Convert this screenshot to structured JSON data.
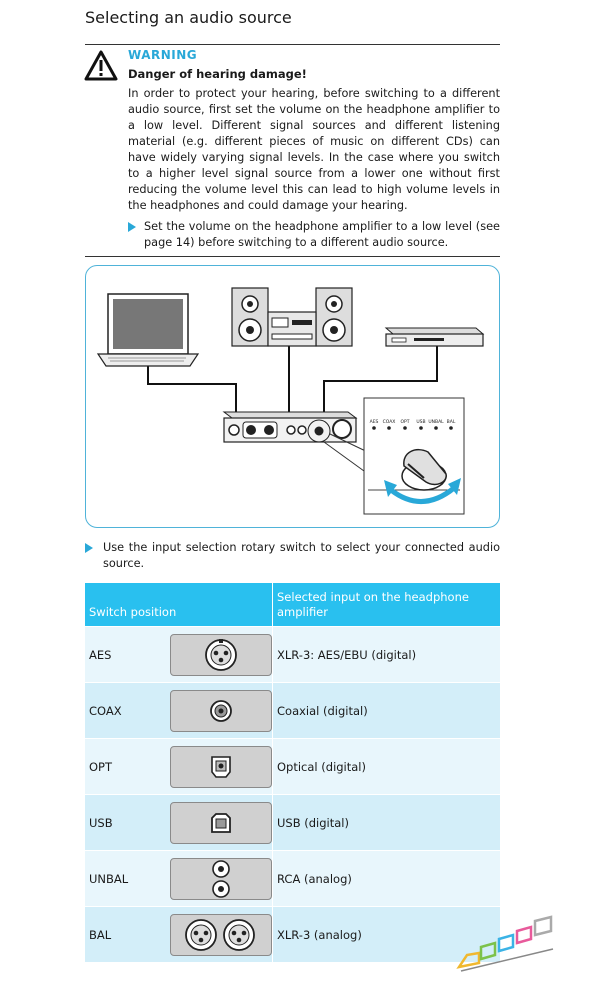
{
  "section_title": "Selecting an audio source",
  "warning": {
    "label": "WARNING",
    "subtitle": "Danger of hearing damage!",
    "body": "In order to protect your hearing, before switching to a different audio source, first set the volume on the headphone amplifier to a low level. Different signal sources and different listening material (e.g. different pieces of music on different CDs) can have widely varying signal levels. In the case where you switch to a higher level signal source from a lower one without first reducing the volume level this can lead to high volume levels in the headphones and could damage your hearing.",
    "instruction": "Set the volume on the headphone amplifier to a low level (see page 14) before switching to a different audio source."
  },
  "figure": {
    "switch_labels": [
      "AES",
      "COAX",
      "OPT",
      "USB",
      "UNBAL",
      "BAL"
    ]
  },
  "instruction2": "Use the input selection rotary switch to select your connected audio source.",
  "table": {
    "header_switch": "Switch position",
    "header_input": "Selected input on the headphone amplifier",
    "rows": [
      {
        "position": "AES",
        "icon": "xlr-connector-icon",
        "input": "XLR-3: AES/EBU (digital)"
      },
      {
        "position": "COAX",
        "icon": "coax-connector-icon",
        "input": "Coaxial (digital)"
      },
      {
        "position": "OPT",
        "icon": "optical-connector-icon",
        "input": "Optical (digital)"
      },
      {
        "position": "USB",
        "icon": "usb-b-connector-icon",
        "input": "USB (digital)"
      },
      {
        "position": "UNBAL",
        "icon": "rca-connectors-icon",
        "input": "RCA (analog)"
      },
      {
        "position": "BAL",
        "icon": "xlr-pair-icon",
        "input": "XLR-3 (analog)"
      }
    ]
  },
  "colors": {
    "accent": "#29a8d8",
    "table_header": "#29c0ef",
    "row_light": "#e8f6fc",
    "row_alt": "#d3eef9"
  }
}
